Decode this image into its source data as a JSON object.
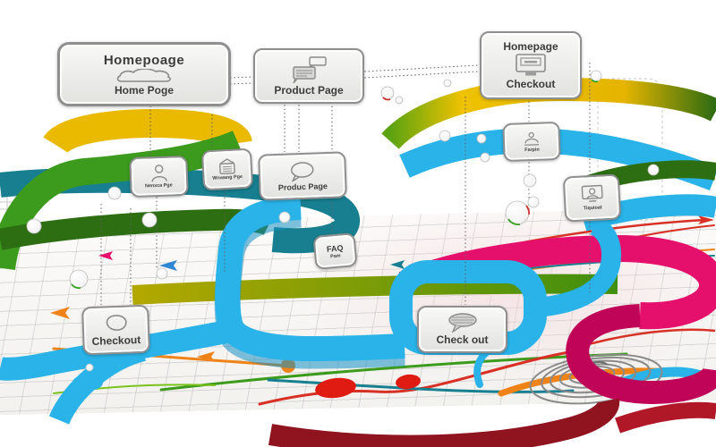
{
  "palette": {
    "yellow": "#e9ba00",
    "green": "#3c9b1d",
    "dark_green": "#2d6e12",
    "teal": "#177f8f",
    "cyan": "#29b3e8",
    "cyan_shadow": "#1590c4",
    "magenta": "#e5106c",
    "magenta_dark": "#c00458",
    "dark_red": "#8f1420",
    "crimson": "#b01828",
    "red": "#d93025",
    "orange": "#ef8318",
    "blue": "#2e86d4",
    "lime": "#7ac21d",
    "coil_gray": "#8a8a8a",
    "card_border": "#8f8f8f"
  },
  "nodes": {
    "homepage_main": {
      "title": "Homepoage",
      "label": "Home Poge",
      "icon": "cloud-icon"
    },
    "product_page_top": {
      "label": "Product Page",
      "icon": "chat-bubbles-icon"
    },
    "homepage_checkout": {
      "title": "Homepage",
      "label": "Checkout",
      "icon": "monitor-icon"
    },
    "nexca_page": {
      "label": "Nenxca Pge",
      "icon": "person-icon"
    },
    "wnwang_page": {
      "label": "Wnwang Pge",
      "icon": "envelope-icon"
    },
    "produc_page": {
      "label": "Produc Page",
      "icon": "chat-bubble-icon"
    },
    "farpin": {
      "label": "Farpin",
      "icon": "bell-person-icon"
    },
    "tiquioat": {
      "label": "Tiquioat",
      "icon": "monitor-person-icon"
    },
    "faq": {
      "title": "FAQ",
      "label": "Pam"
    },
    "checkout_left": {
      "label": "Checkout",
      "icon": "circle-bubble-icon"
    },
    "checkout_bottom": {
      "label": "Check out",
      "icon": "chat-filled-icon"
    }
  }
}
